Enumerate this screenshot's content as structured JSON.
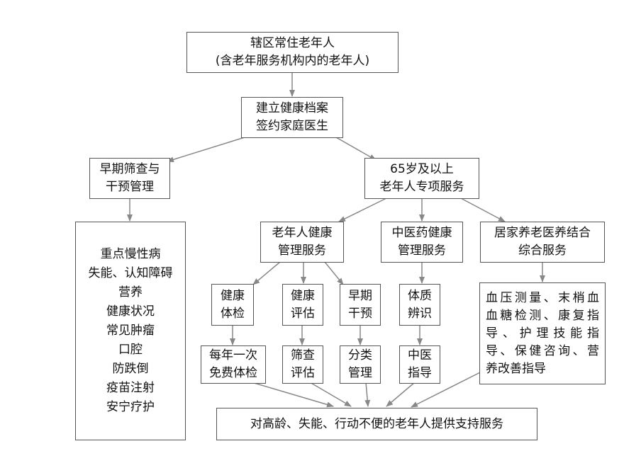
{
  "diagram": {
    "nodes": {
      "resident": {
        "lines": [
          "辖区常住老年人",
          "(含老年服务机构内的老年人)"
        ]
      },
      "record": {
        "lines": [
          "建立健康档案",
          "签约家庭医生"
        ]
      },
      "screening": {
        "lines": [
          "早期筛查与",
          "干预管理"
        ]
      },
      "special": {
        "lines": [
          "65岁及以上",
          "老年人专项服务"
        ]
      },
      "chronic": {
        "lines": [
          "重点慢性病",
          "失能、认知障碍",
          "营养",
          "健康状况",
          "常见肿瘤",
          "口腔",
          "防跌倒",
          "疫苗注射",
          "安宁疗护"
        ]
      },
      "health_mgmt": {
        "lines": [
          "老年人健康",
          "管理服务"
        ]
      },
      "tcm_mgmt": {
        "lines": [
          "中医药健康",
          "管理服务"
        ]
      },
      "home_care": {
        "lines": [
          "居家养老医养结合",
          "综合服务"
        ]
      },
      "checkup": {
        "lines": [
          "健康",
          "体检"
        ]
      },
      "assess": {
        "lines": [
          "健康",
          "评估"
        ]
      },
      "early": {
        "lines": [
          "早期",
          "干预"
        ]
      },
      "constitution": {
        "lines": [
          "体质",
          "辨识"
        ]
      },
      "home_detail": {
        "lines": [
          "血压测量、末梢血",
          "血糖检测、康复指",
          "导、护理技能指",
          "导、保健咨询、营",
          "养改善指导"
        ]
      },
      "annual": {
        "lines": [
          "每年一次",
          "免费体检"
        ]
      },
      "screen_eval": {
        "lines": [
          "筛查",
          "评估"
        ]
      },
      "classify": {
        "lines": [
          "分类",
          "管理"
        ]
      },
      "tcm_guide": {
        "lines": [
          "中医",
          "指导"
        ]
      },
      "support": {
        "lines": [
          "对高龄、失能、行动不便的老年人提供支持服务"
        ]
      }
    }
  }
}
